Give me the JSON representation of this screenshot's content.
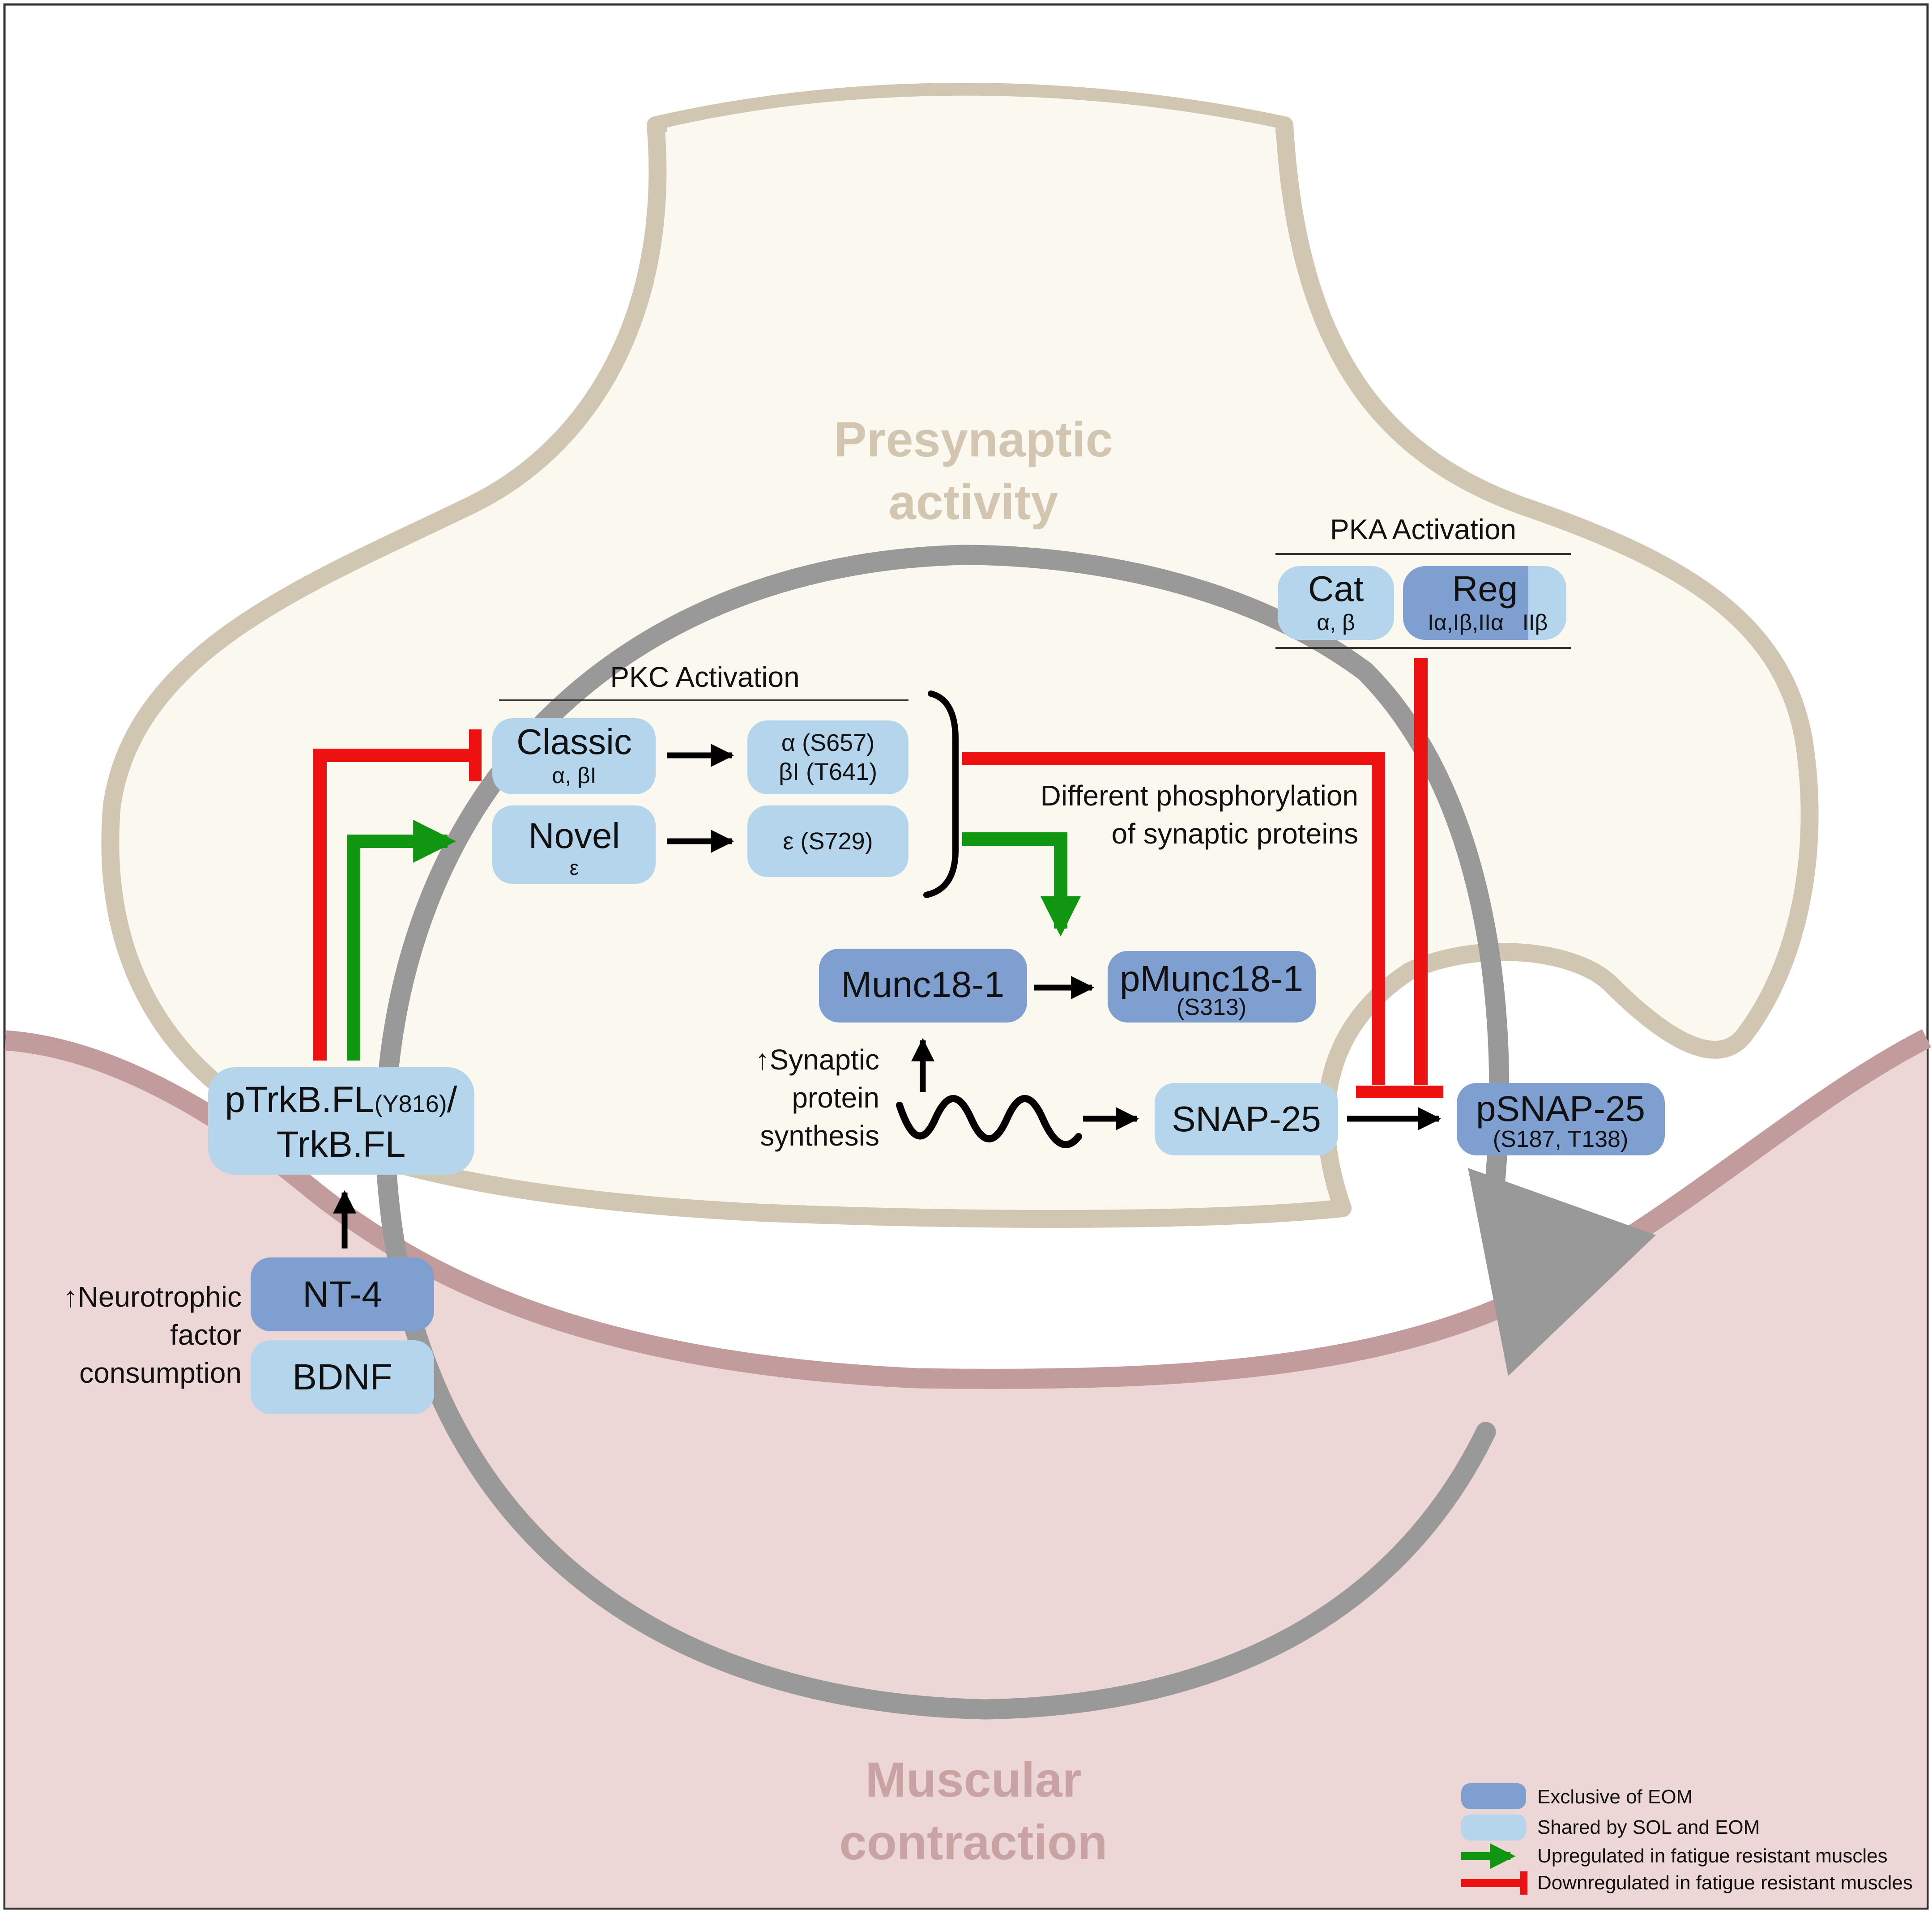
{
  "colors": {
    "exclusive_eom": "#7f9fd0",
    "shared_sol_eom": "#b4d5ec",
    "upregulated": "#119611",
    "downregulated": "#ee1111",
    "neutral_arrow": "#000000",
    "cycle": "#999999",
    "presynaptic_fill": "#fbf8f0",
    "presynaptic_outline": "#d1c6b2",
    "muscle_fill": "#ecd6d6",
    "muscle_outline": "#c29b9c",
    "presynaptic_title": "#d2c6b0",
    "muscle_title": "#c9a3a3"
  },
  "regions": {
    "presynaptic_line1": "Presynaptic",
    "presynaptic_line2": "activity",
    "muscle_line1": "Muscular",
    "muscle_line2": "contraction"
  },
  "pkc": {
    "header": "PKC Activation",
    "classic_title": "Classic",
    "classic_sub": "α, βI",
    "novel_title": "Novel",
    "novel_sub": "ε",
    "classic_phospho_line1": "α (S657)",
    "classic_phospho_line2": "βI (T641)",
    "novel_phospho": "ε (S729)"
  },
  "pka": {
    "header": "PKA Activation",
    "cat_title": "Cat",
    "cat_sub": "α, β",
    "reg_title": "Reg",
    "reg_sub_exclusive": "Iα,Iβ,IIα",
    "reg_sub_shared": "IIβ"
  },
  "labels": {
    "phospho_line1": "Different phosphorylation",
    "phospho_line2": "of synaptic proteins",
    "synth_line1": "↑Synaptic",
    "synth_line2": "protein",
    "synth_line3": "synthesis",
    "neuro_line1": "↑Neurotrophic",
    "neuro_line2": "factor",
    "neuro_line3": "consumption"
  },
  "proteins": {
    "munc18": "Munc18-1",
    "pmunc18": "pMunc18-1",
    "pmunc18_site": "(S313)",
    "snap25": "SNAP-25",
    "psnap25": "pSNAP-25",
    "psnap25_site": "(S187, T138)",
    "trkb_p": "pTrkB.FL",
    "trkb_site": "(Y816)",
    "trkb_slash": "/",
    "trkb_line2": "TrkB.FL",
    "nt4": "NT-4",
    "bdnf": "BDNF"
  },
  "legend": {
    "exclusive": "Exclusive of EOM",
    "shared": "Shared by SOL and EOM",
    "up": "Upregulated in fatigue resistant muscles",
    "down": "Downregulated in fatigue resistant muscles"
  }
}
